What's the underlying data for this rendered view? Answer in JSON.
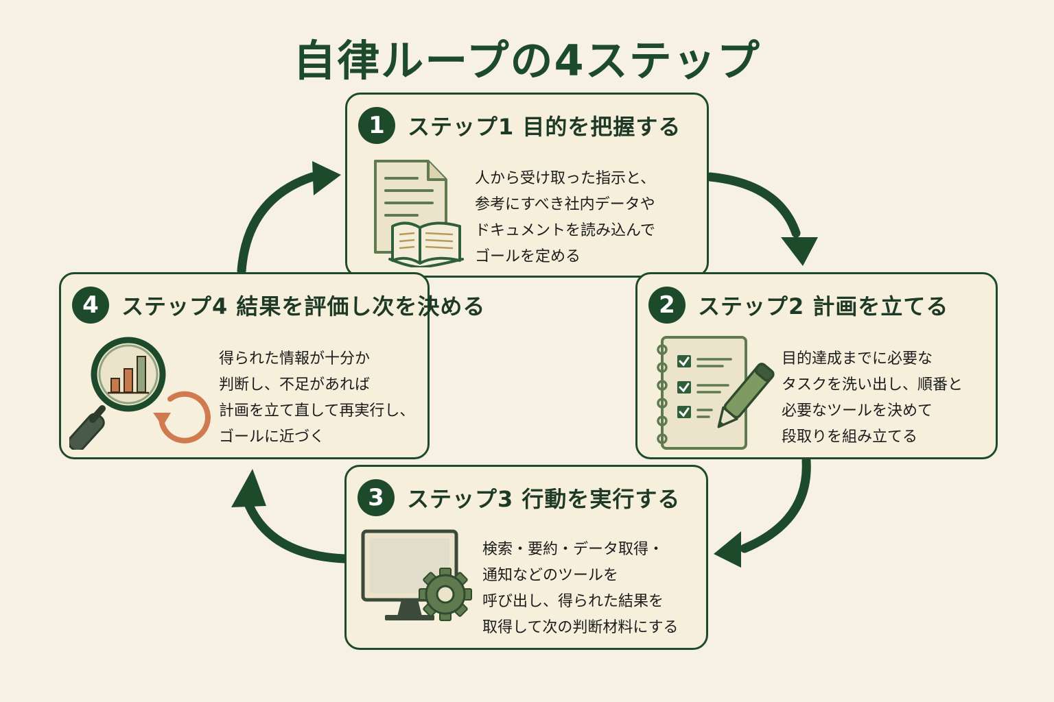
{
  "title": "自律ループの4ステップ",
  "colors": {
    "background": "#f6f1e4",
    "primary_green": "#1e4a2c",
    "card_fill": "#f5efdc",
    "icon_green": "#5e7a4e",
    "accent_orange": "#d07a4f"
  },
  "steps": [
    {
      "number": "1",
      "title": "ステップ1 目的を把握する",
      "icon": "document-and-book-icon",
      "lines": [
        "人から受け取った指示と、",
        "参考にすべき社内データや",
        "ドキュメントを読み込んで",
        "ゴールを定める"
      ]
    },
    {
      "number": "2",
      "title": "ステップ2 計画を立てる",
      "icon": "checklist-and-pen-icon",
      "lines": [
        "目的達成までに必要な",
        "タスクを洗い出し、順番と",
        "必要なツールを決めて",
        "段取りを組み立てる"
      ]
    },
    {
      "number": "3",
      "title": "ステップ3 行動を実行する",
      "icon": "monitor-and-gear-icon",
      "lines": [
        "検索・要約・データ取得・",
        "通知などのツールを",
        "呼び出し、得られた結果を",
        "取得して次の判断材料にする"
      ]
    },
    {
      "number": "4",
      "title": "ステップ4 結果を評価し次を決める",
      "icon": "magnifier-chart-and-refresh-icon",
      "lines": [
        "得られた情報が十分か",
        "判断し、不足があれば",
        "計画を立て直して再実行し、",
        "ゴールに近づく"
      ]
    }
  ]
}
